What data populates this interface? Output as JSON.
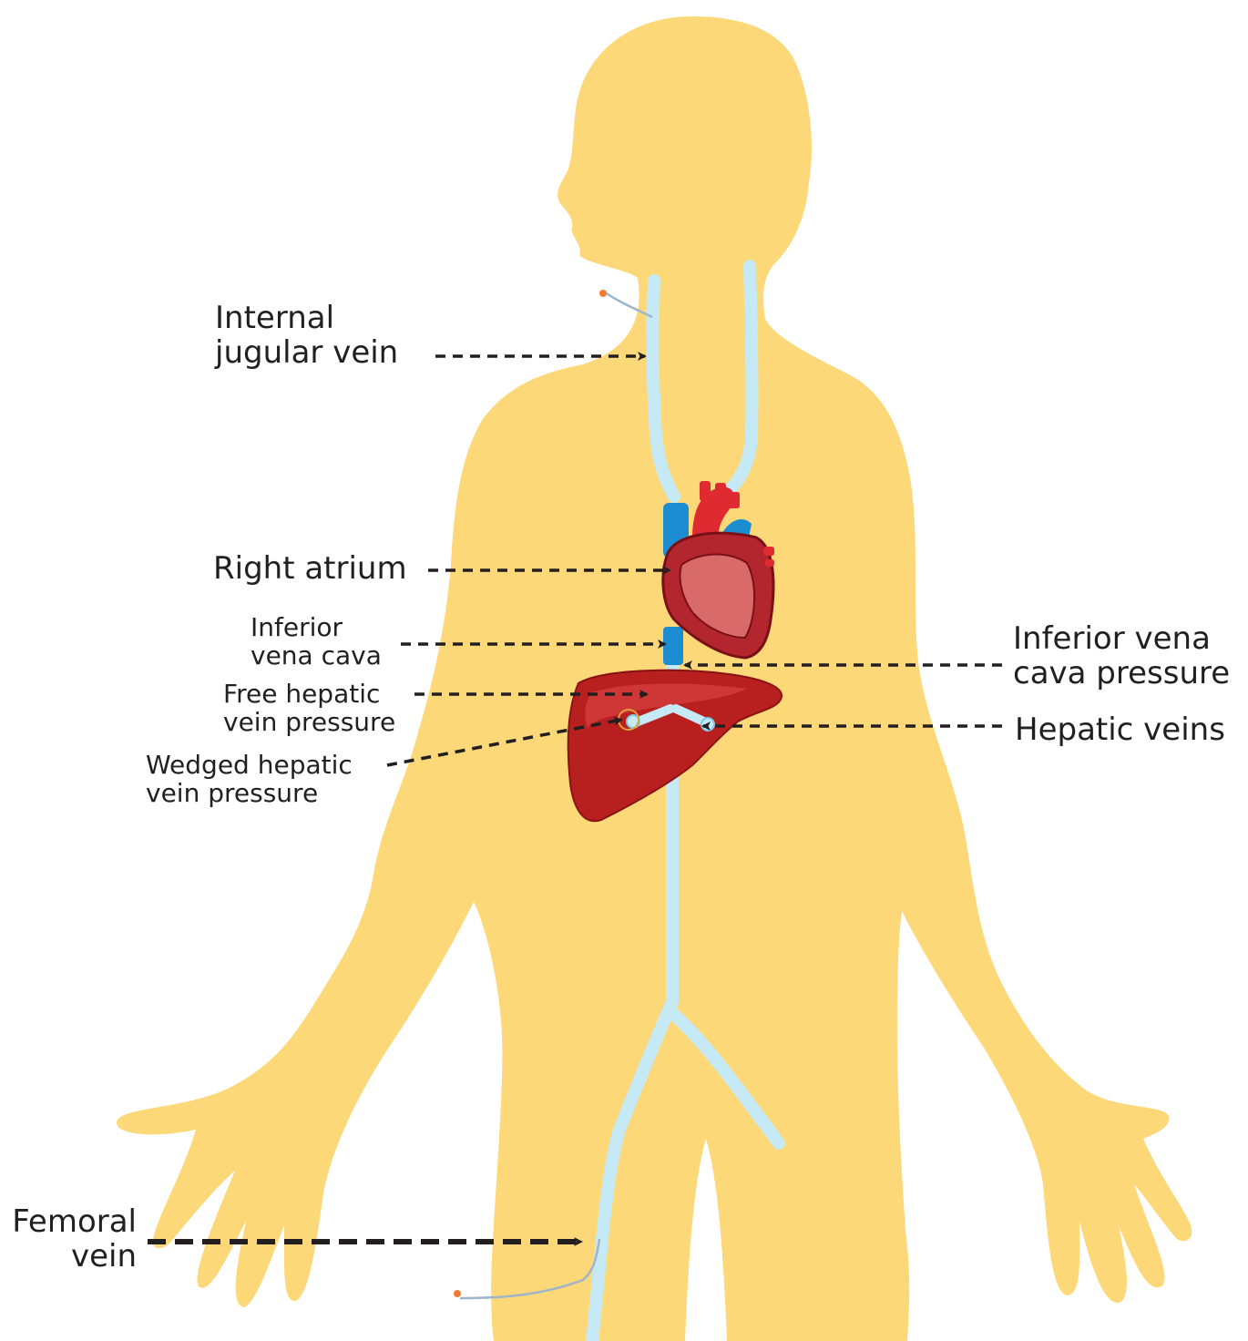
{
  "labels": {
    "internal_jugular_vein": [
      "Internal",
      "jugular vein"
    ],
    "right_atrium": [
      "Right atrium"
    ],
    "inferior_vena_cava": [
      "Inferior",
      "vena cava"
    ],
    "free_hepatic_vein_pressure": [
      "Free hepatic",
      "vein pressure"
    ],
    "wedged_hepatic_vein_pressure": [
      "Wedged hepatic",
      "vein pressure"
    ],
    "inferior_vena_cava_pressure": [
      "Inferior vena",
      "cava pressure"
    ],
    "hepatic_veins": [
      "Hepatic veins"
    ],
    "femoral_vein": [
      "Femoral",
      "vein"
    ]
  },
  "colors": {
    "body": "#fcd878",
    "vein": "#c5eaf5",
    "vein_edge": "#7fc8e0",
    "heart": "#b3262d",
    "heart_dark": "#7a1017",
    "vena_cava_blue": "#1d8dd1",
    "liver": "#b82020",
    "arrow": "#231f20"
  }
}
